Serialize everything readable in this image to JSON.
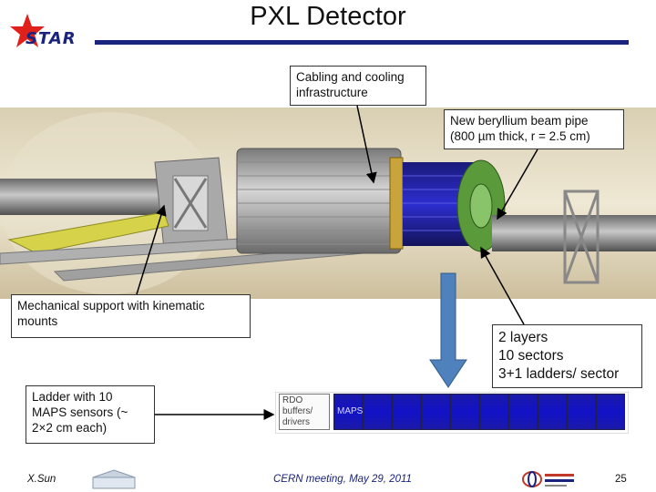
{
  "header": {
    "title": "PXL Detector",
    "logo_text": "STAR"
  },
  "callouts": {
    "cabling": "Cabling and cooling infrastructure",
    "beampipe_line1": "New beryllium beam pipe",
    "beampipe_line2": "(800 µm thick, r = 2.5 cm)",
    "mechanical": "Mechanical support with kinematic mounts",
    "ladder": "Ladder with 10 MAPS sensors (~ 2×2 cm each)"
  },
  "layers_box": {
    "line1": "2 layers",
    "line2": "10 sectors",
    "line3": "3+1 ladders/ sector"
  },
  "ladder_diagram": {
    "rdo_line1": "RDO",
    "rdo_line2": "buffers/",
    "rdo_line3": "drivers",
    "maps_label": "MAPS"
  },
  "footer": {
    "author": "X.Sun",
    "meeting": "CERN meeting, May 29, 2011",
    "page": "25"
  },
  "colors": {
    "title_bar": "#1a237e",
    "arrow_blue": "#4f81bd",
    "sensor_blue": "#1212c8",
    "star_red": "#e0201b",
    "sector_green": "#5a9a3a"
  }
}
